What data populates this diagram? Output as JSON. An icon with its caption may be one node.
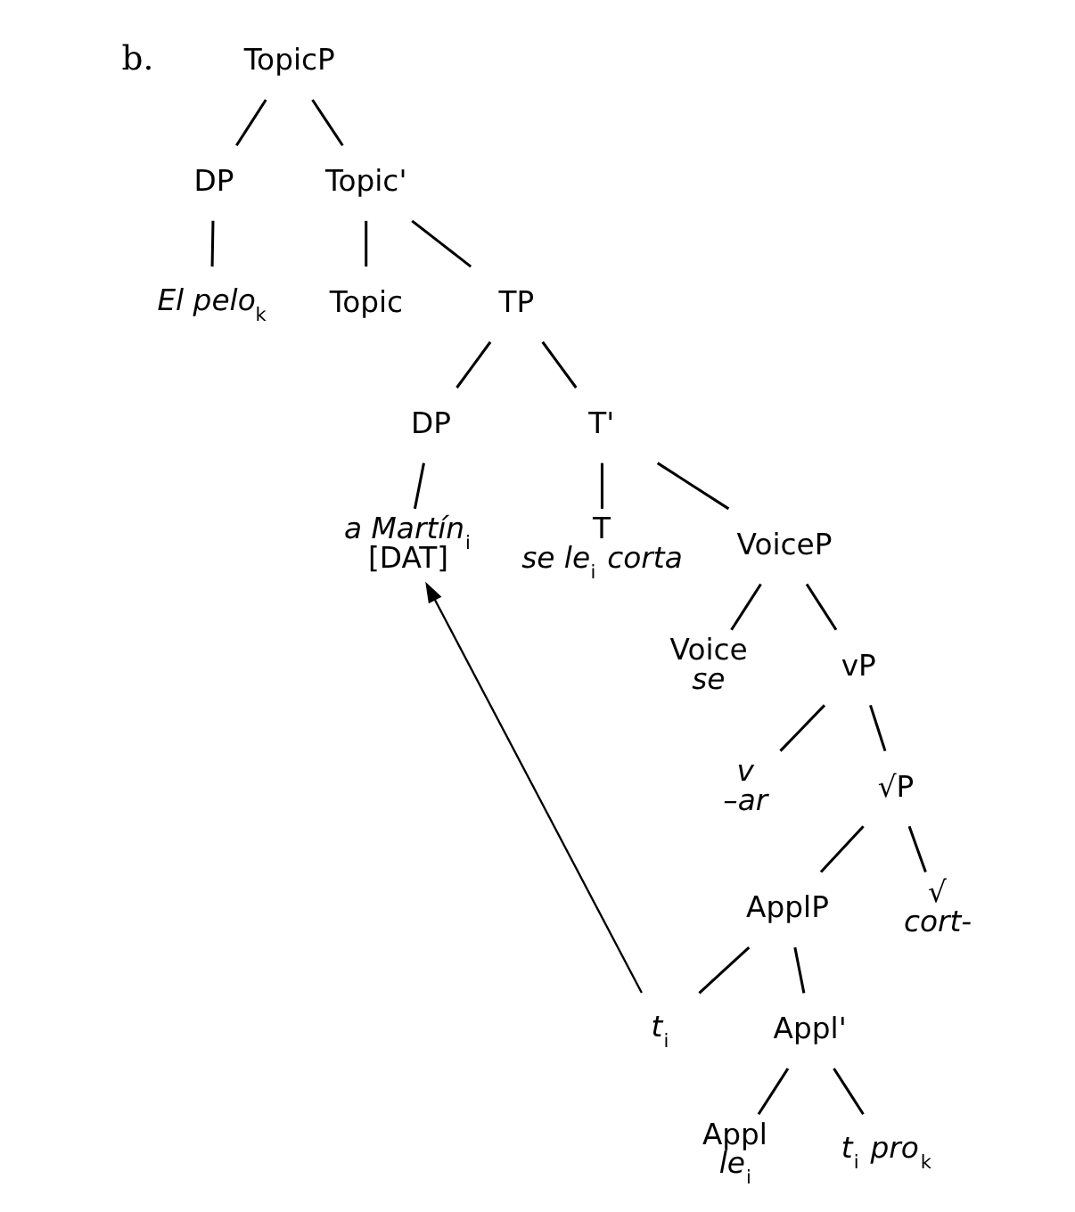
{
  "diagram": {
    "nodes": [
      {
        "text": [
          "TopicP"
        ]
      },
      {
        "text": [
          "DP"
        ]
      },
      {
        "text": [
          "Topic'"
        ]
      },
      {
        "text": [
          "*El pelo*$_{k}$"
        ]
      },
      {
        "text": [
          "Topic"
        ]
      },
      {
        "text": [
          "TP"
        ]
      },
      {
        "text": [
          "DP"
        ]
      },
      {
        "text": [
          "T'"
        ]
      },
      {
        "text": [
          "*a Martín*$_{i}$",
          "[DAT]"
        ]
      },
      {
        "text": [
          "T",
          "*se le*$_{i}$ *corta*"
        ]
      },
      {
        "text": [
          "VoiceP"
        ]
      },
      {
        "text": [
          "Voice",
          "*se*"
        ]
      },
      {
        "text": [
          "vP"
        ]
      },
      {
        "text": [
          "*v*",
          "*–ar*"
        ]
      },
      {
        "text": [
          "√P"
        ]
      },
      {
        "text": [
          "ApplP"
        ]
      },
      {
        "text": [
          "√",
          "*cort-*"
        ]
      },
      {
        "text": [
          "*t*$_{i}$"
        ]
      },
      {
        "text": [
          "Appl'"
        ]
      },
      {
        "text": [
          "Appl",
          "*le*$_{i}$"
        ]
      },
      {
        "text": [
          "*t*$_{i}$ *pro*$_{k}$"
        ]
      }
    ],
    "edges": [
      {
        "from": 0,
        "to": 1,
        "arrow": "none"
      },
      {
        "from": 0,
        "to": 2,
        "arrow": "none"
      },
      {
        "from": 1,
        "to": 3,
        "arrow": "none"
      },
      {
        "from": 2,
        "to": 4,
        "arrow": "none"
      },
      {
        "from": 2,
        "to": 5,
        "arrow": "none"
      },
      {
        "from": 5,
        "to": 6,
        "arrow": "none"
      },
      {
        "from": 5,
        "to": 7,
        "arrow": "none"
      },
      {
        "from": 6,
        "to": 8,
        "arrow": "none"
      },
      {
        "from": 7,
        "to": 9,
        "arrow": "none"
      },
      {
        "from": 7,
        "to": 10,
        "arrow": "none"
      },
      {
        "from": 10,
        "to": 11,
        "arrow": "none"
      },
      {
        "from": 10,
        "to": 12,
        "arrow": "none"
      },
      {
        "from": 12,
        "to": 13,
        "arrow": "none"
      },
      {
        "from": 12,
        "to": 14,
        "arrow": "none"
      },
      {
        "from": 14,
        "to": 15,
        "arrow": "none"
      },
      {
        "from": 14,
        "to": 16,
        "arrow": "none"
      },
      {
        "from": 15,
        "to": 17,
        "arrow": "none"
      },
      {
        "from": 15,
        "to": 18,
        "arrow": "none"
      },
      {
        "from": 18,
        "to": 19,
        "arrow": "none"
      },
      {
        "from": 18,
        "to": 20,
        "arrow": "none"
      },
      {
        "from": 17,
        "to": 8,
        "arrow": "to"
      }
    ],
    "labels": [
      "b."
    ]
  }
}
